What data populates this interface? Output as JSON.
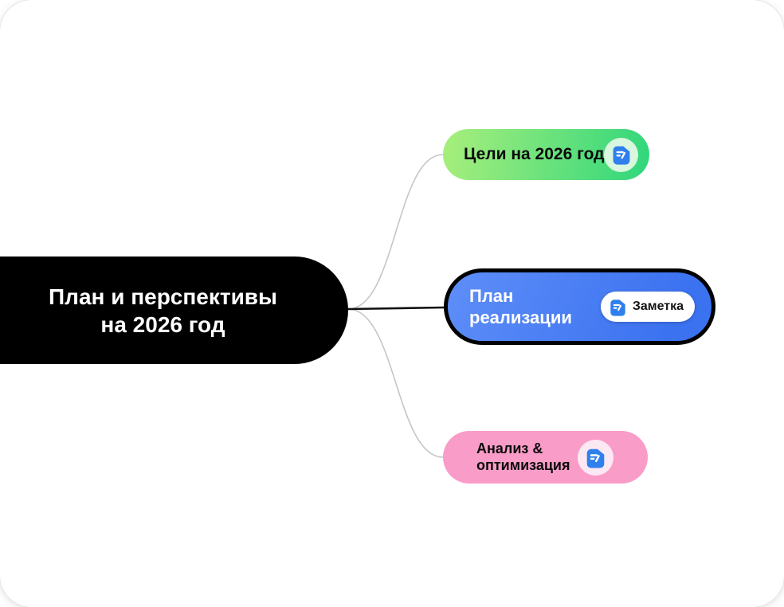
{
  "surface": {
    "type": "mindmap-canvas",
    "background": "#ffffff"
  },
  "root": {
    "line1": "План и перспективы",
    "line2": "на 2026 год",
    "bg": "#000000",
    "text_color": "#ffffff"
  },
  "nodes": {
    "goals": {
      "label": "Цели на 2026 год",
      "icon": "note-icon",
      "gradient_start": "#a9ef7c",
      "gradient_end": "#2fd67c"
    },
    "plan": {
      "line1": "План",
      "line2": "реализации",
      "selected": true,
      "gradient_start": "#5e8ef8",
      "gradient_end": "#3b72f0",
      "border_color": "#000000",
      "badge": {
        "icon": "note-icon",
        "label": "Заметка"
      }
    },
    "analysis": {
      "line1": "Анализ &",
      "line2": "оптимизация",
      "icon": "note-icon",
      "bg": "#f99cc8"
    }
  },
  "connectors": {
    "default_color": "#c6c6c6",
    "active_color": "#111111"
  },
  "icon_colors": {
    "note_icon_blue": "#2f80ed"
  }
}
